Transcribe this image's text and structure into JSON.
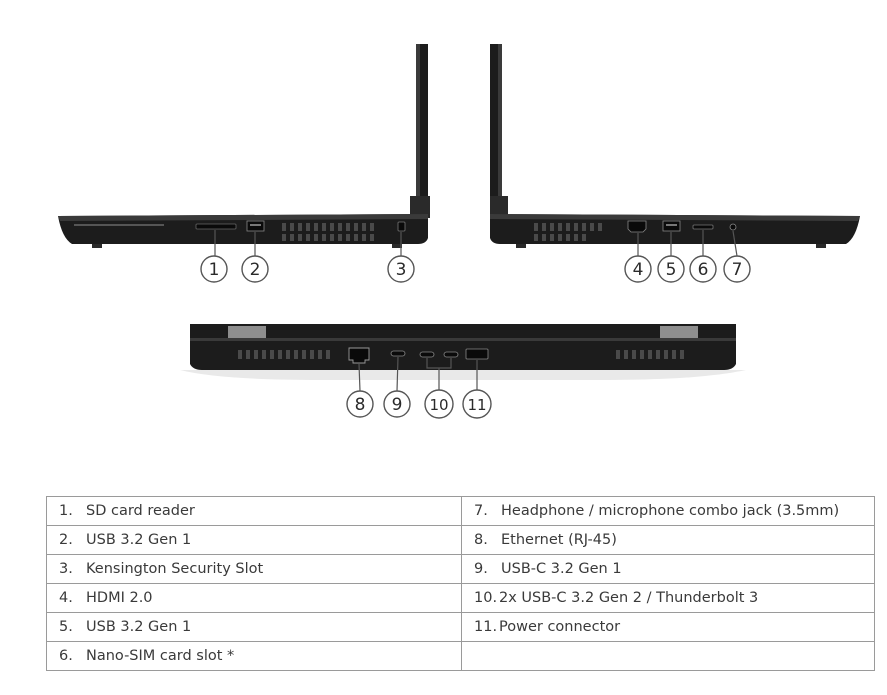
{
  "colors": {
    "chassis": "#1c1c1c",
    "hinge": "#8e8e8e",
    "line": "#555555"
  },
  "callouts": {
    "left_side": [
      "1",
      "2",
      "3"
    ],
    "right_side": [
      "4",
      "5",
      "6",
      "7"
    ],
    "rear": [
      "8",
      "9",
      "10",
      "11"
    ]
  },
  "legend": {
    "rows": [
      {
        "left": {
          "num": "1.",
          "label": "SD card reader"
        },
        "right": {
          "num": "7.",
          "label": "Headphone / microphone combo jack (3.5mm)"
        }
      },
      {
        "left": {
          "num": "2.",
          "label": "USB 3.2 Gen 1"
        },
        "right": {
          "num": "8.",
          "label": "Ethernet (RJ-45)"
        }
      },
      {
        "left": {
          "num": "3.",
          "label": "Kensington Security Slot"
        },
        "right": {
          "num": "9.",
          "label": "USB-C 3.2 Gen 1"
        }
      },
      {
        "left": {
          "num": "4.",
          "label": "HDMI 2.0"
        },
        "right": {
          "num": "10.",
          "label": "2x USB-C 3.2 Gen 2 / Thunderbolt 3"
        }
      },
      {
        "left": {
          "num": "5.",
          "label": "USB 3.2 Gen 1"
        },
        "right": {
          "num": "11.",
          "label": "Power connector"
        }
      },
      {
        "left": {
          "num": "6.",
          "label": "Nano-SIM card slot *"
        },
        "right": {
          "num": "",
          "label": ""
        }
      }
    ]
  }
}
